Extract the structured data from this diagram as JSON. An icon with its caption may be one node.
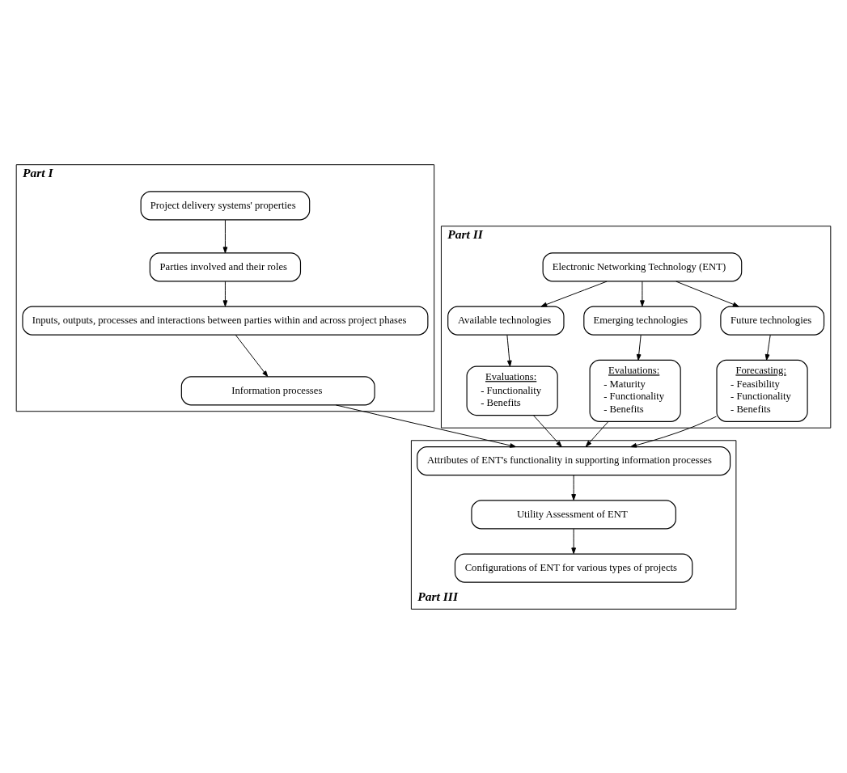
{
  "diagram": {
    "nodes": [
      {
        "text": [
          "Part I"
        ]
      },
      {
        "text": [
          "Project delivery systems' properties"
        ],
        "in": 0
      },
      {
        "text": [
          "Parties involved and their roles"
        ],
        "in": 0
      },
      {
        "text": [
          "Inputs, outputs, processes and interactions between parties within and across project phases"
        ],
        "in": 0
      },
      {
        "text": [
          "Information processes"
        ],
        "in": 0
      },
      {
        "text": [
          "Part II"
        ]
      },
      {
        "text": [
          "Electronic Networking Technology (ENT)"
        ],
        "in": 5
      },
      {
        "text": [
          "Available technologies"
        ],
        "in": 5
      },
      {
        "text": [
          "Emerging technologies"
        ],
        "in": 5
      },
      {
        "text": [
          "Future technologies"
        ],
        "in": 5
      },
      {
        "text": [
          "Evaluations:",
          "- Functionality",
          "- Benefits"
        ],
        "in": 5
      },
      {
        "text": [
          "Evaluations:",
          "- Maturity",
          "- Functionality",
          "- Benefits"
        ],
        "in": 5
      },
      {
        "text": [
          "Forecasting:",
          "- Feasibility",
          "- Functionality",
          "- Benefits"
        ],
        "in": 5
      },
      {
        "text": [
          "Part III"
        ]
      },
      {
        "text": [
          "Attributes of ENT's functionality in supporting information processes"
        ],
        "in": 13
      },
      {
        "text": [
          "Utility Assessment of ENT"
        ],
        "in": 13
      },
      {
        "text": [
          "Configurations of ENT for various types of projects"
        ],
        "in": 13
      }
    ],
    "edges": [
      {
        "from": 1,
        "to": 2,
        "arrow": "to"
      },
      {
        "from": 2,
        "to": 3,
        "arrow": "to"
      },
      {
        "from": 3,
        "to": 4,
        "arrow": "to"
      },
      {
        "from": 6,
        "to": 7,
        "arrow": "to"
      },
      {
        "from": 6,
        "to": 8,
        "arrow": "to"
      },
      {
        "from": 6,
        "to": 9,
        "arrow": "to"
      },
      {
        "from": 7,
        "to": 10,
        "arrow": "to"
      },
      {
        "from": 8,
        "to": 11,
        "arrow": "to"
      },
      {
        "from": 9,
        "to": 12,
        "arrow": "to"
      },
      {
        "from": 4,
        "to": 14,
        "arrow": "to"
      },
      {
        "from": 10,
        "to": 14,
        "arrow": "to"
      },
      {
        "from": 11,
        "to": 14,
        "arrow": "to"
      },
      {
        "from": 12,
        "to": 14,
        "arrow": "to"
      },
      {
        "from": 14,
        "to": 15,
        "arrow": "to"
      },
      {
        "from": 15,
        "to": 16,
        "arrow": "to"
      }
    ]
  }
}
